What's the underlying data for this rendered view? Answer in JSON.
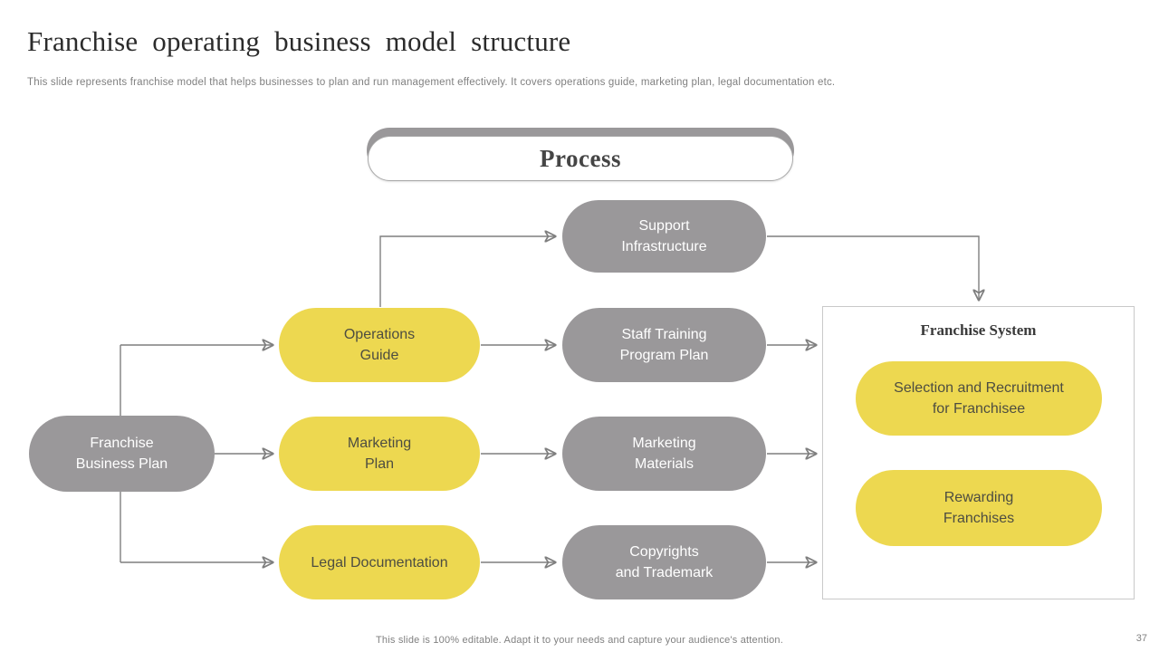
{
  "slide": {
    "title": "Franchise operating business model structure",
    "subtitle": "This slide represents franchise model that helps businesses to plan and run management effectively. It covers operations guide, marketing plan, legal documentation etc.",
    "footer": "This slide is 100% editable. Adapt it to your needs and capture your audience's attention.",
    "page_number": "37"
  },
  "diagram": {
    "banner": {
      "label": "Process"
    },
    "nodes": {
      "franchise_business_plan": {
        "label": "Franchise\nBusiness Plan",
        "color": "gray"
      },
      "operations_guide": {
        "label": "Operations\nGuide",
        "color": "yellow"
      },
      "marketing_plan": {
        "label": "Marketing\nPlan",
        "color": "yellow"
      },
      "legal_documentation": {
        "label": "Legal Documentation",
        "color": "yellow"
      },
      "support_infrastructure": {
        "label": "Support\nInfrastructure",
        "color": "gray"
      },
      "staff_training_program_plan": {
        "label": "Staff Training\nProgram Plan",
        "color": "gray"
      },
      "marketing_materials": {
        "label": "Marketing\nMaterials",
        "color": "gray"
      },
      "copyrights_and_trademark": {
        "label": "Copyrights\nand Trademark",
        "color": "gray"
      }
    },
    "franchise_system": {
      "title": "Franchise System",
      "nodes": {
        "selection_recruitment": {
          "label": "Selection and Recruitment\nfor Franchisee",
          "color": "yellow"
        },
        "rewarding_franchises": {
          "label": "Rewarding\nFranchises",
          "color": "yellow"
        }
      }
    },
    "colors": {
      "yellow": "#EDD850",
      "gray": "#9A989A",
      "connector": "#7F7F7F"
    }
  }
}
